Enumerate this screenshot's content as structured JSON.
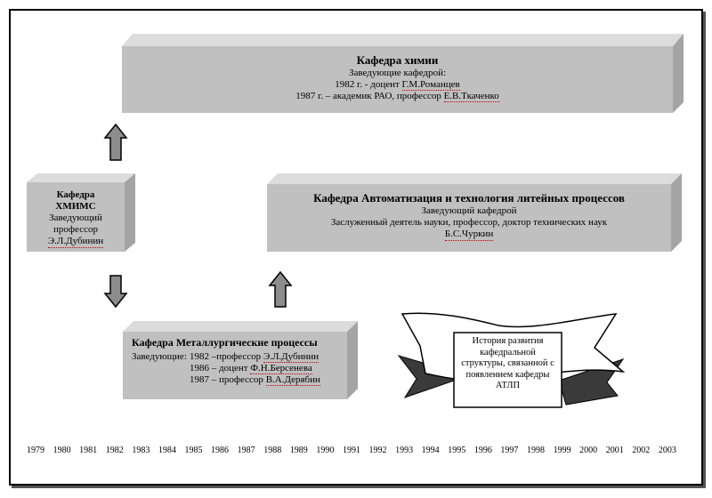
{
  "chemistry": {
    "title": "Кафедра химии",
    "heads_label": "Заведующие кафедрой:",
    "line1_prefix": "1982 г. - доцент ",
    "line1_name": "Г.М.Романцев",
    "line2_prefix": "1987 г. – академик РАО, профессор ",
    "line2_name": "Е.В.Ткаченко"
  },
  "khmims": {
    "title_1": "Кафедра",
    "title_2": "ХМИМС",
    "head_1": "Заведующий",
    "head_2": "профессор",
    "head_name": "Э.Л.Дубинин"
  },
  "automation": {
    "title": "Кафедра Автоматизация и технология литейных процессов",
    "head_label": "Заведующий кафедрой",
    "head_desc": "Заслуженный деятель науки, профессор, доктор технических наук",
    "head_name": "Б.С.Чуркин"
  },
  "metallurgy": {
    "title": "Кафедра Металлургические процессы",
    "heads_label": "Заведующие:",
    "line1_prefix": "1982 –профессор ",
    "line1_name": "Э.Л.Дубинин",
    "line2_prefix": "1986 – доцент ",
    "line2_name": "Ф.Н.Берсенева",
    "line3_prefix": "1987 – профессор ",
    "line3_name": "В.А.Дерябин"
  },
  "banner": {
    "line1": "История развития",
    "line2": "кафедральной",
    "line3": "структуры, связанной с",
    "line4": "появлением кафедры",
    "line5": "АТЛП"
  },
  "timeline": {
    "years": [
      "1979",
      "1980",
      "1981",
      "1982",
      "1983",
      "1984",
      "1985",
      "1986",
      "1987",
      "1988",
      "1989",
      "1990",
      "1991",
      "1992",
      "1993",
      "1994",
      "1995",
      "1996",
      "1997",
      "1998",
      "1999",
      "2000",
      "2001",
      "2002",
      "2003"
    ]
  },
  "colors": {
    "box_face": "#c0c0c0",
    "box_top": "#dcdcdc",
    "box_side": "#a4a4a4",
    "arrow_fill": "#8c8c8c"
  }
}
